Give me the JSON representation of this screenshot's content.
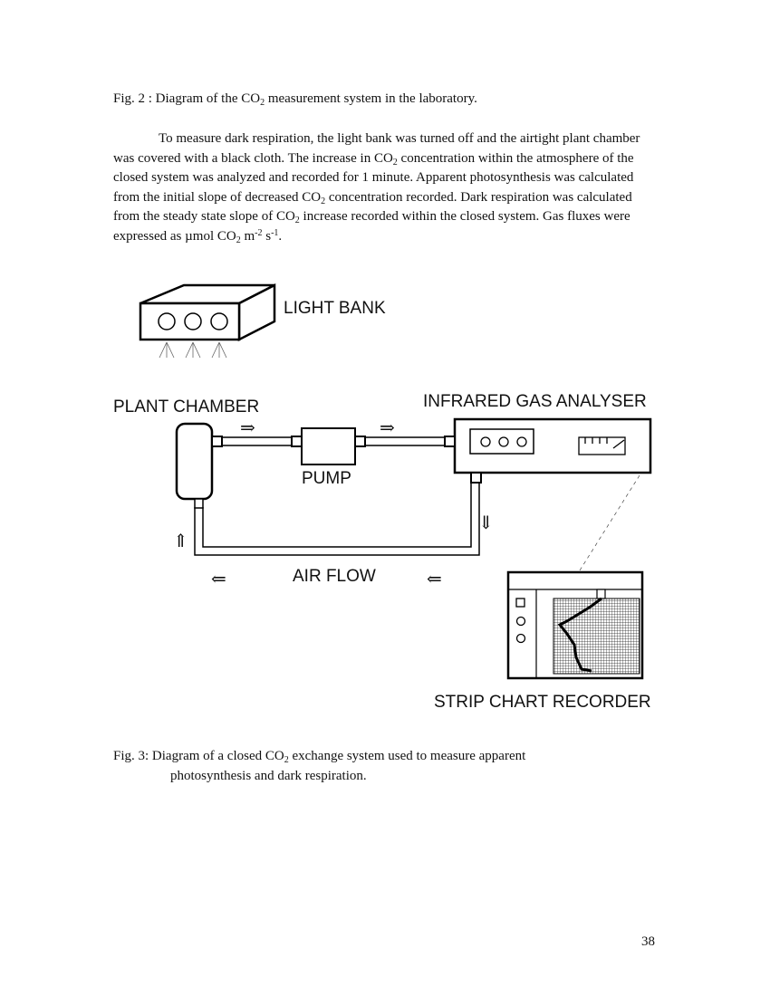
{
  "fig2": {
    "prefix": "Fig. 2 :  Diagram of the CO",
    "sub": "2",
    "suffix": " measurement system in the laboratory."
  },
  "paragraph": {
    "p1": "To measure dark respiration, the light bank was turned off and the airtight plant chamber was covered with a black cloth.  The increase in CO",
    "s1": "2",
    "p2": " concentration within the atmosphere of the closed system was analyzed and recorded for 1 minute.  Apparent photosynthesis was calculated from the initial slope of decreased CO",
    "s2": "2",
    "p3": " concentration recorded.  Dark respiration was calculated from the steady state slope of CO",
    "s3": "2",
    "p4": " increase recorded within the closed system.  Gas fluxes were expressed as µmol CO",
    "s4": "2",
    "p5": " m",
    "sup1": "-2",
    "p6": " s",
    "sup2": "-1",
    "p7": "."
  },
  "diagram": {
    "light_bank": "LIGHT BANK",
    "plant_chamber": "PLANT CHAMBER",
    "gas_analyser": "INFRARED GAS ANALYSER",
    "pump": "PUMP",
    "air_flow": "AIR FLOW",
    "recorder": "STRIP CHART RECORDER",
    "arrow_right": "⇒",
    "arrow_left": "⇐",
    "arrow_up": "⇑",
    "arrow_down": "⇓"
  },
  "fig3": {
    "line1_prefix": "Fig. 3:  Diagram of a closed CO",
    "sub": "2",
    "line1_suffix": " exchange system used to measure apparent",
    "line2": "photosynthesis and dark respiration."
  },
  "page_number": "38"
}
